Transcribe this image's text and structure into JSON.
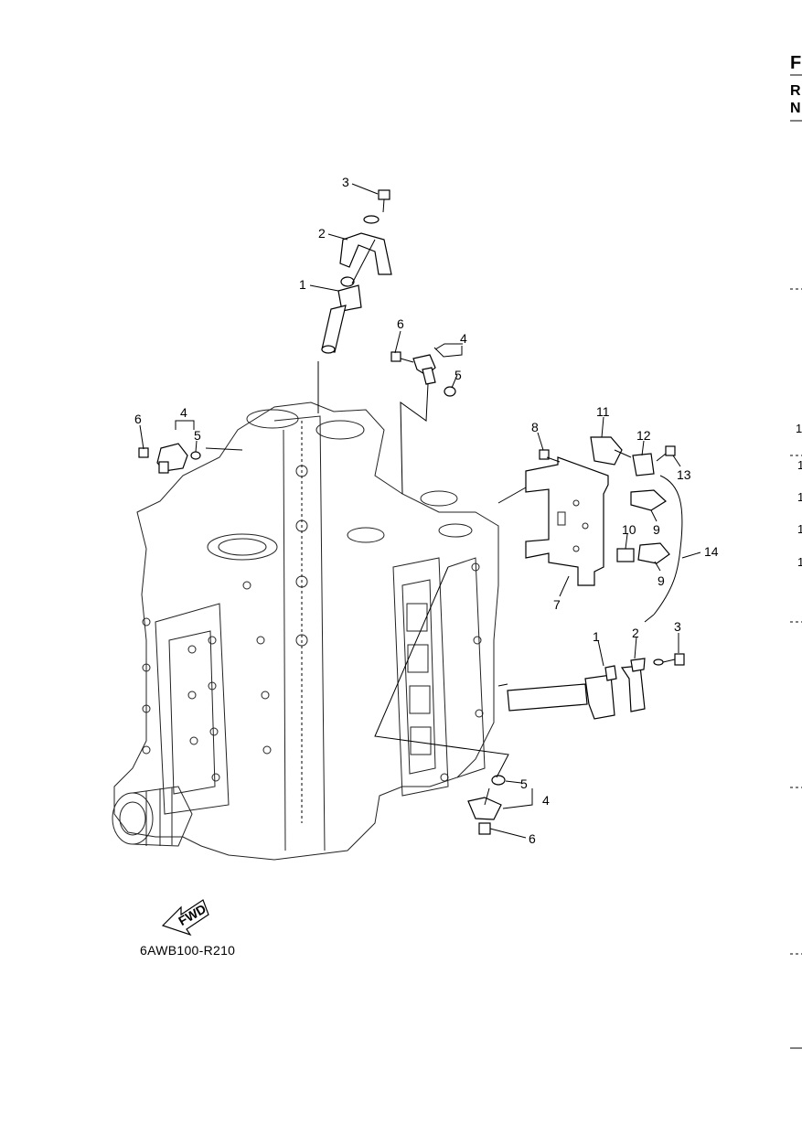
{
  "diagram_code": "6AWB100-R210",
  "fwd_label": "FWD",
  "callouts": [
    {
      "id": "c3a",
      "label": "3"
    },
    {
      "id": "c2a",
      "label": "2"
    },
    {
      "id": "c1a",
      "label": "1"
    },
    {
      "id": "c6a",
      "label": "6"
    },
    {
      "id": "c4a",
      "label": "4"
    },
    {
      "id": "c5a",
      "label": "5"
    },
    {
      "id": "c6b",
      "label": "6"
    },
    {
      "id": "c4b",
      "label": "4"
    },
    {
      "id": "c5b",
      "label": "5"
    },
    {
      "id": "c8",
      "label": "8"
    },
    {
      "id": "c11",
      "label": "11"
    },
    {
      "id": "c12",
      "label": "12"
    },
    {
      "id": "c13",
      "label": "13"
    },
    {
      "id": "c9a",
      "label": "9"
    },
    {
      "id": "c10",
      "label": "10"
    },
    {
      "id": "c9b",
      "label": "9"
    },
    {
      "id": "c14",
      "label": "14"
    },
    {
      "id": "c7",
      "label": "7"
    },
    {
      "id": "c1b",
      "label": "1"
    },
    {
      "id": "c2b",
      "label": "2"
    },
    {
      "id": "c3b",
      "label": "3"
    },
    {
      "id": "c5c",
      "label": "5"
    },
    {
      "id": "c4c",
      "label": "4"
    },
    {
      "id": "c6c",
      "label": "6"
    }
  ],
  "edge_letters": [
    "F",
    "R",
    "N"
  ],
  "edge_numbers": [
    "1",
    "1",
    "1",
    "1",
    "1"
  ]
}
